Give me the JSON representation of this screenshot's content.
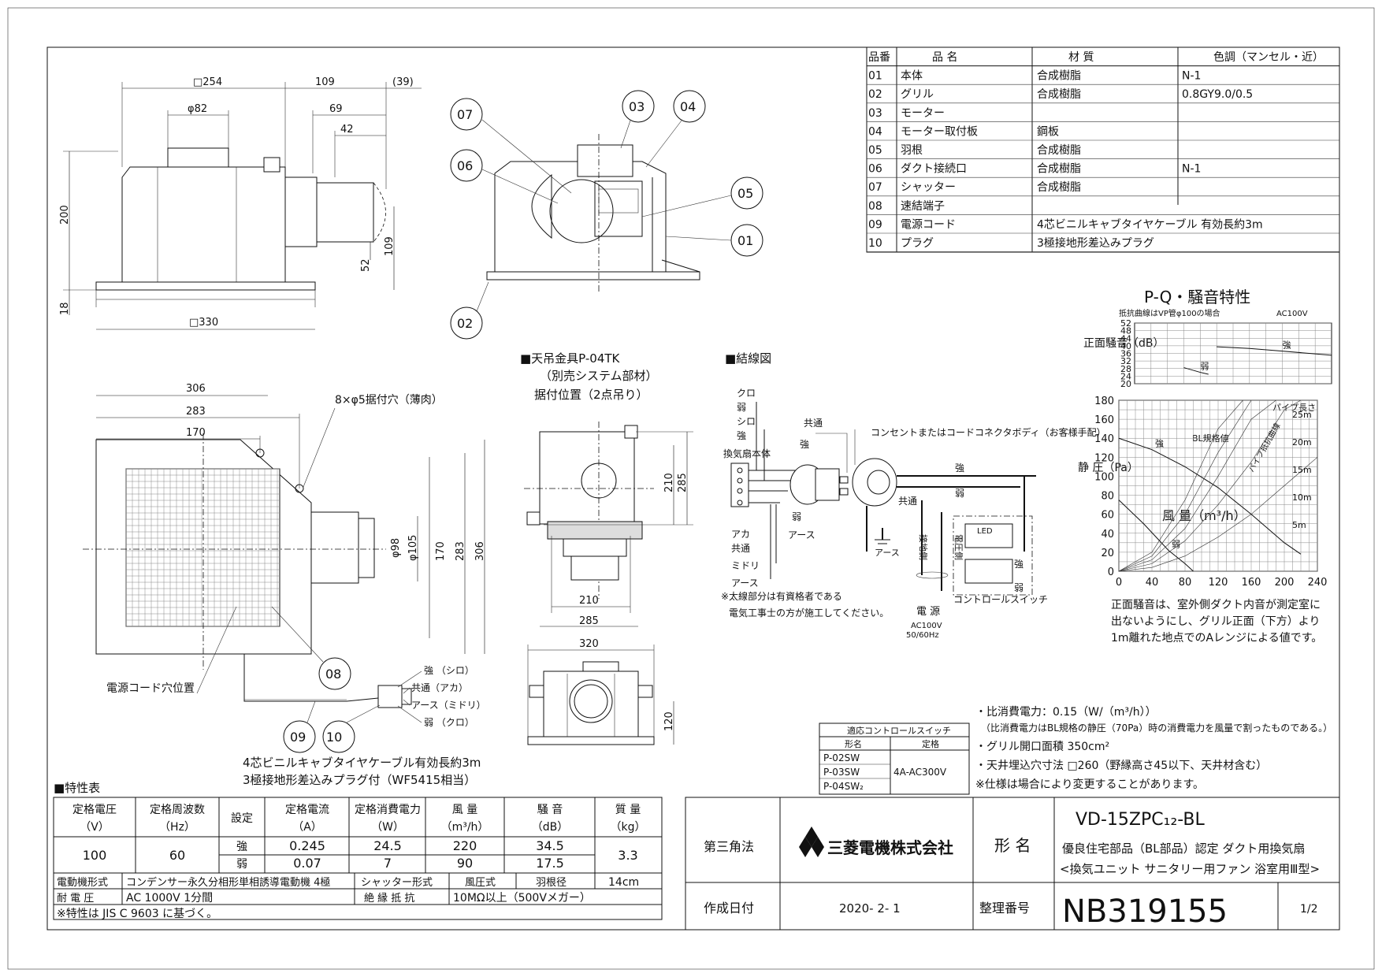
{
  "parts_table": {
    "headers": [
      "品番",
      "品 名",
      "材 質",
      "色調（マンセル・近）"
    ],
    "rows": [
      [
        "01",
        "本体",
        "合成樹脂",
        "N-1"
      ],
      [
        "02",
        "グリル",
        "合成樹脂",
        "0.8GY9.0/0.5"
      ],
      [
        "03",
        "モーター",
        "",
        ""
      ],
      [
        "04",
        "モーター取付板",
        "鋼板",
        ""
      ],
      [
        "05",
        "羽根",
        "合成樹脂",
        ""
      ],
      [
        "06",
        "ダクト接続口",
        "合成樹脂",
        "N-1"
      ],
      [
        "07",
        "シャッター",
        "合成樹脂",
        ""
      ],
      [
        "08",
        "速結端子",
        "",
        ""
      ],
      [
        "09",
        "電源コード",
        "4芯ビニルキャブタイヤケーブル 有効長約3m",
        ""
      ],
      [
        "10",
        "プラグ",
        "3極接地形差込みプラグ",
        ""
      ]
    ]
  },
  "side_view": {
    "dims": {
      "w254": "□254",
      "d109": "109",
      "d39": "(39)",
      "phi82": "φ82",
      "d69": "69",
      "d42": "42",
      "h200": "200",
      "h109": "109",
      "h52": "52",
      "h18": "18",
      "w330": "□330"
    }
  },
  "section_view": {
    "callouts": [
      "07",
      "06",
      "03",
      "04",
      "05",
      "01",
      "02"
    ]
  },
  "plan_view": {
    "dims": {
      "d306": "306",
      "d283": "283",
      "d170": "170",
      "phi98": "φ98",
      "phi105": "φ105",
      "v170": "170",
      "v283": "283",
      "v306": "306"
    },
    "hole_note": "8×φ5据付穴（薄肉）",
    "cord_hole_label": "電源コード穴位置",
    "callouts": [
      "08",
      "09",
      "10"
    ],
    "plug_labels": [
      "強 （シロ）",
      "共通（アカ）",
      "アース（ミドリ）",
      "弱 （クロ）"
    ],
    "cable_note_1": "4芯ビニルキャブタイヤケーブル有効長約3m",
    "cable_note_2": "3極接地形差込みプラグ付（WF5415相当）"
  },
  "bracket_view": {
    "title_1": "■天吊金具P-04TK",
    "title_2": "（別売システム部材）",
    "title_3": "据付位置（2点吊り）",
    "dims": {
      "h210": "210",
      "h285": "285",
      "w210": "210",
      "w285": "285",
      "w320": "320",
      "h120": "120"
    }
  },
  "wiring": {
    "title": "■結線図",
    "labels": {
      "kuro": "クロ",
      "jaku1": "弱",
      "shiro": "シロ",
      "kyo1": "強",
      "body": "換気扇本体",
      "kyotsu1": "共通",
      "kyo2": "強",
      "jaku2": "弱",
      "earth1": "アース",
      "aka": "アカ",
      "kyotsu2": "共通",
      "midori": "ミドリ",
      "earth2": "アース",
      "outlet": "コンセントまたはコードコネクタボディ（お客様手配）",
      "kyo3": "強",
      "jaku3": "弱",
      "kyotsu3": "共通",
      "earth3": "アース",
      "ground_side": "接地側",
      "voltage_side": "電圧側",
      "led": "LED",
      "kyo4": "強",
      "jaku4": "弱",
      "switch": "コントロールスイッチ",
      "power": "電 源",
      "ac": "AC100V",
      "hz": "50/60Hz"
    },
    "note_1": "※太線部分は有資格者である",
    "note_2": "電気工事士の方が施工してください。"
  },
  "chart_data": [
    {
      "type": "line",
      "title": "P-Q・騒音特性",
      "ylabel": "正面騒音（dB）",
      "note": "抵抗曲線はVP管φ100の場合",
      "supply": "AC100V",
      "y_ticks": [
        20,
        24,
        28,
        32,
        36,
        40,
        44,
        48,
        52
      ],
      "ylim": [
        20,
        52
      ],
      "xlim": [
        0,
        240
      ],
      "series": [
        {
          "name": "強",
          "x": [
            100,
            140,
            180,
            240
          ],
          "y": [
            39.5,
            38.6,
            37.2,
            35.0
          ]
        },
        {
          "name": "弱",
          "x": [
            60,
            80,
            90
          ],
          "y": [
            28.5,
            26.0,
            25.0
          ]
        }
      ]
    },
    {
      "type": "line",
      "xlabel": "風 量（m³/h）",
      "ylabel": "静 圧（Pa）",
      "x_ticks": [
        0,
        40,
        80,
        120,
        160,
        200,
        240
      ],
      "y_ticks": [
        0,
        20,
        40,
        60,
        80,
        100,
        120,
        140,
        160,
        180
      ],
      "xlim": [
        0,
        240
      ],
      "ylim": [
        0,
        180
      ],
      "pipe_label": "パイプ長さ",
      "pipe_lengths": [
        "25m",
        "20m",
        "15m",
        "10m",
        "5m"
      ],
      "bl_label": "BL規格値",
      "bl_area_label": "パイプ抵抗曲線",
      "series": [
        {
          "name": "強",
          "x": [
            0,
            40,
            80,
            120,
            160,
            200,
            220
          ],
          "y": [
            140,
            128,
            110,
            88,
            60,
            30,
            18
          ]
        },
        {
          "name": "弱",
          "x": [
            0,
            30,
            60,
            80,
            90
          ],
          "y": [
            75,
            50,
            22,
            8,
            0
          ]
        },
        {
          "name": "25m",
          "x": [
            0,
            40,
            80,
            120,
            150
          ],
          "y": [
            0,
            20,
            75,
            150,
            180
          ]
        },
        {
          "name": "20m",
          "x": [
            0,
            40,
            80,
            120,
            160
          ],
          "y": [
            0,
            16,
            60,
            125,
            180
          ]
        },
        {
          "name": "15m",
          "x": [
            0,
            40,
            80,
            120,
            160,
            190
          ],
          "y": [
            0,
            12,
            45,
            100,
            160,
            180
          ]
        },
        {
          "name": "10m",
          "x": [
            0,
            40,
            80,
            120,
            160,
            200,
            220
          ],
          "y": [
            0,
            8,
            32,
            70,
            115,
            170,
            180
          ]
        },
        {
          "name": "5m",
          "x": [
            0,
            40,
            80,
            120,
            160,
            200,
            240
          ],
          "y": [
            0,
            4,
            16,
            36,
            60,
            90,
            120
          ]
        }
      ],
      "note_1": "正面騒音は、室外側ダクト内音が測定室に",
      "note_2": "出ないようにし、グリル正面（下方）より",
      "note_3": "1m離れた地点でのAレンジによる値です。"
    }
  ],
  "switch_table": {
    "title": "適応コントロールスイッチ",
    "col1": "形名",
    "col2": "定格",
    "models": [
      "P-02SW",
      "P-03SW",
      "P-04SW₂"
    ],
    "rating": "4A-AC300V"
  },
  "notes": [
    "・比消費電力：0.15（W/（m³/h））",
    "（比消費電力はBL規格の静圧（70Pa）時の消費電力を風量で割ったものである。）",
    "・グリル開口面積 350cm²",
    "・天井埋込穴寸法 □260（野縁高さ45以下、天井材含む）",
    "※仕様は場合により変更することがあります。"
  ],
  "spec_table": {
    "title": "■特性表",
    "headers": [
      "定格電圧（V）",
      "定格周波数（Hz）",
      "設定",
      "定格電流（A）",
      "定格消費電力（W）",
      "風 量（m³/h）",
      "騒 音（dB）",
      "質 量（kg）"
    ],
    "voltage": "100",
    "frequency": "60",
    "rows": [
      {
        "setting": "強",
        "current": "0.245",
        "power": "24.5",
        "airflow": "220",
        "noise": "34.5"
      },
      {
        "setting": "弱",
        "current": "0.07",
        "power": "7",
        "airflow": "90",
        "noise": "17.5"
      }
    ],
    "mass": "3.3",
    "motor_label": "電動機形式",
    "motor_value": "コンデンサー永久分相形単相誘導電動機 4極",
    "shutter_label": "シャッター形式",
    "shutter_value": "風圧式",
    "blade_label": "羽根径",
    "blade_value": "14cm",
    "withstand_label": "耐 電 圧",
    "withstand_value": "AC 1000V 1分間",
    "insulation_label": "絶 縁 抵 抗",
    "insulation_value": "10MΩ以上（500Vメガー）",
    "footnote": "※特性は JIS C 9603 に基づく。"
  },
  "title_block": {
    "projection": "第三角法",
    "company": "三菱電機株式会社",
    "model_label": "形 名",
    "model": "VD-15ZPC₁₂-BL",
    "desc_1": "優良住宅部品（BL部品）認定 ダクト用換気扇",
    "desc_2": "<換気ユニット サニタリー用ファン 浴室用Ⅲ型>",
    "date_label": "作成日付",
    "date": "2020- 2- 1",
    "number_label": "整理番号",
    "number": "NB319155",
    "page": "1/2"
  }
}
